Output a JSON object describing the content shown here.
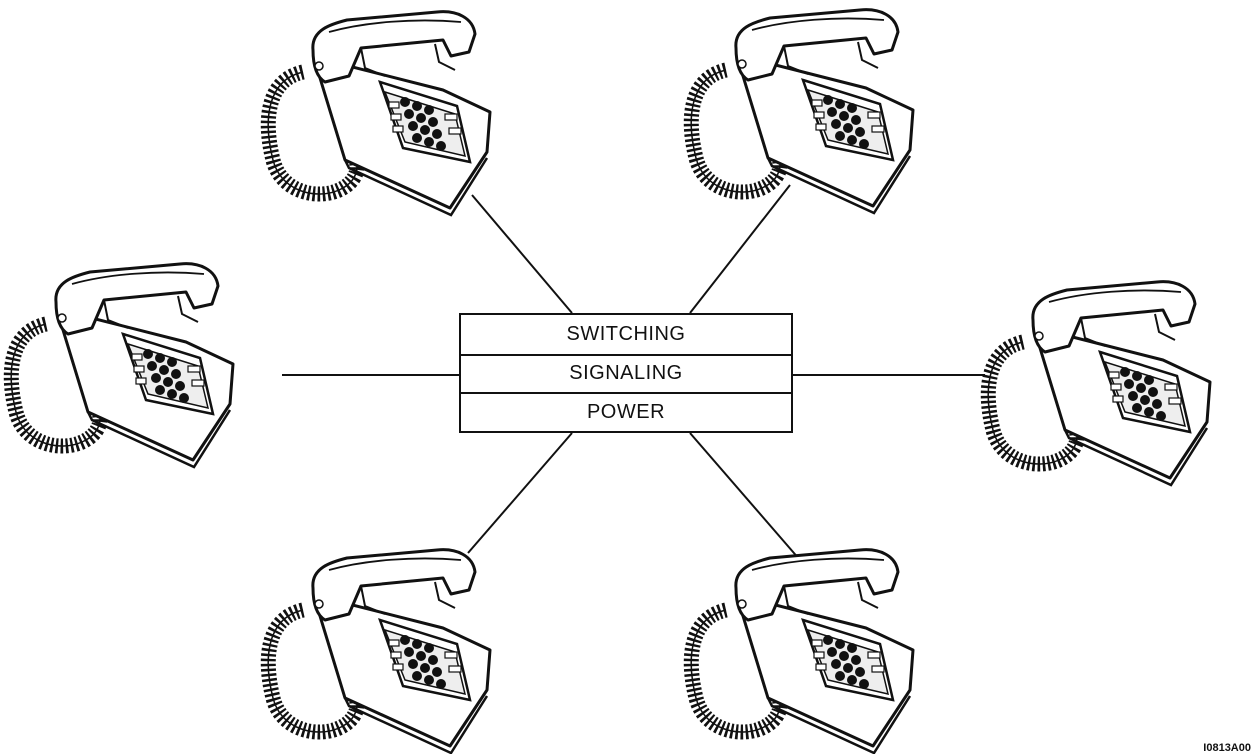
{
  "hub": {
    "layers": [
      "SWITCHING",
      "SIGNALING",
      "POWER"
    ]
  },
  "figure_code": "I0813A00"
}
